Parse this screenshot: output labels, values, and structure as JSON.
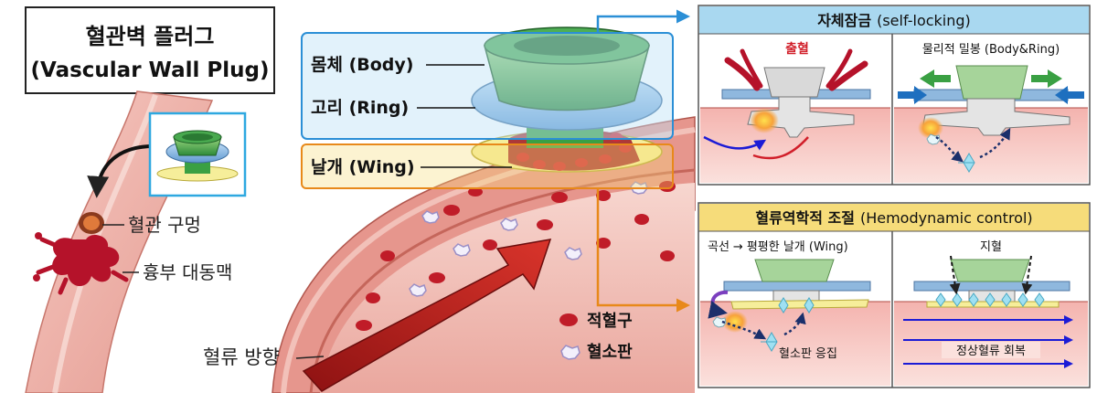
{
  "title": {
    "line1": "혈관벽 플러그",
    "line2": "(Vascular Wall Plug)"
  },
  "left_labels": {
    "hole": "혈관 구멍",
    "aorta": "흉부 대동맥"
  },
  "main_labels": {
    "body": "몸체 (Body)",
    "ring": "고리 (Ring)",
    "wing": "날개 (Wing)",
    "flow": "혈류 방향"
  },
  "legend": {
    "rbc": "적혈구",
    "platelet": "혈소판"
  },
  "panel_top": {
    "title_kr": "자체잠금",
    "title_en": "(self-locking)",
    "left_label": "출혈",
    "right_label": "물리적 밀봉 (Body&Ring)"
  },
  "panel_bottom": {
    "title_kr": "혈류역학적 조절",
    "title_en": "(Hemodynamic control)",
    "left_label_a": "곡선",
    "left_label_arrow": "→",
    "left_label_b": "평평한 날개 (Wing)",
    "left_sub": "혈소판 응집",
    "right_label": "지혈",
    "right_sub": "정상혈류 회복"
  },
  "colors": {
    "body_green": "#3aa043",
    "ring_blue": "#6fa8dc",
    "wing_yellow": "#f3e98a",
    "vessel_red": "#c0392b",
    "panel_header_blue": "#a9d8f0",
    "panel_header_yellow": "#f6dc7a",
    "connector_orange": "#e8891a",
    "connector_blue": "#2b8fd6"
  }
}
